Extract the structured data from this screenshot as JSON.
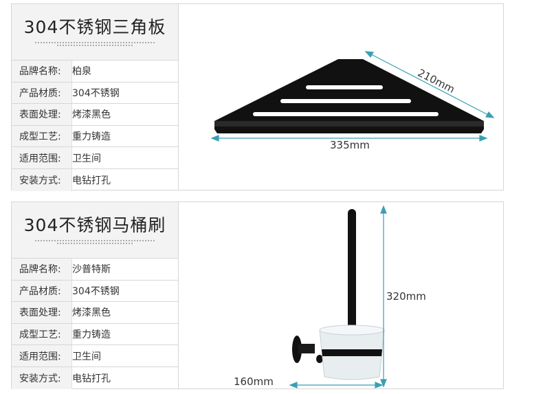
{
  "products": [
    {
      "title": "304不锈钢三角板",
      "specs": [
        {
          "label": "品牌名称:",
          "value": "柏泉"
        },
        {
          "label": "产品材质:",
          "value": "304不锈钢"
        },
        {
          "label": "表面处理:",
          "value": "烤漆黑色"
        },
        {
          "label": "成型工艺:",
          "value": "重力铸造"
        },
        {
          "label": "适用范围:",
          "value": "卫生间"
        },
        {
          "label": "安装方式:",
          "value": "电钻打孔"
        }
      ],
      "dimensions": {
        "width": "335mm",
        "depth": "210mm"
      }
    },
    {
      "title": "304不锈钢马桶刷",
      "specs": [
        {
          "label": "品牌名称:",
          "value": "沙普特斯"
        },
        {
          "label": "产品材质:",
          "value": "304不锈钢"
        },
        {
          "label": "表面处理:",
          "value": "烤漆黑色"
        },
        {
          "label": "成型工艺:",
          "value": "重力铸造"
        },
        {
          "label": "适用范围:",
          "value": "卫生间"
        },
        {
          "label": "安装方式:",
          "value": "电钻打孔"
        }
      ],
      "dimensions": {
        "height": "320mm",
        "depth": "160mm"
      }
    }
  ],
  "colors": {
    "border": "#d6d6d6",
    "label_bg": "#f3f3f3",
    "dimension_line": "#3a9fb3",
    "product": "#111111"
  }
}
